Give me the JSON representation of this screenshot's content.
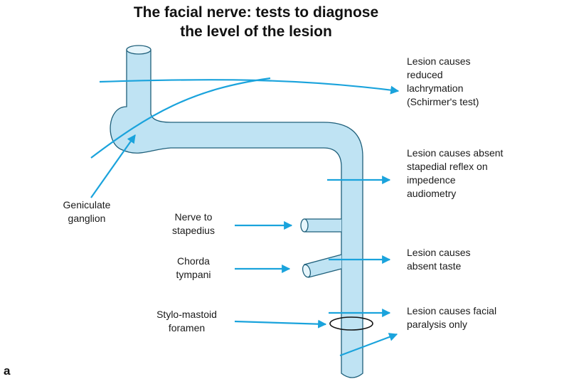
{
  "title": {
    "line1": "The facial nerve: tests to diagnose",
    "line2": "the level of the lesion"
  },
  "right_labels": {
    "schirmer": [
      "Lesion causes",
      "reduced",
      "lachrymation",
      "(Schirmer's test)"
    ],
    "stapedial": [
      "Lesion causes absent",
      "stapedial reflex on",
      "impedence",
      "audiometry"
    ],
    "taste": [
      "Lesion causes",
      "absent taste"
    ],
    "paralysis": [
      "Lesion causes facial",
      "paralysis only"
    ]
  },
  "left_labels": {
    "geniculate": [
      "Geniculate",
      "ganglion"
    ],
    "nerve_to_stapedius": [
      "Nerve to",
      "stapedius"
    ],
    "chorda": [
      "Chorda",
      "tympani"
    ],
    "stylo": [
      "Stylo-mastoid",
      "foramen"
    ]
  },
  "panel_letter": "a",
  "colors": {
    "nerve_fill": "#bfe3f3",
    "nerve_outline": "#1e5f7a",
    "arrow": "#1aa3dc",
    "foramen_ring": "#111111"
  }
}
